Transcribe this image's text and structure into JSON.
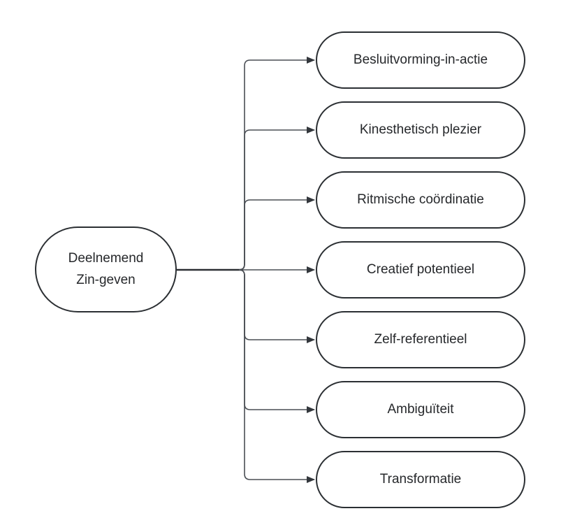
{
  "diagram": {
    "type": "tree-flowchart",
    "direction": "left-to-right",
    "root": {
      "label": "Deelnemend\nZin-geven"
    },
    "children": [
      {
        "label": "Besluitvorming-in-actie"
      },
      {
        "label": "Kinesthetisch plezier"
      },
      {
        "label": "Ritmische coördinatie"
      },
      {
        "label": "Creatief potentieel"
      },
      {
        "label": "Zelf-referentieel"
      },
      {
        "label": "Ambiguïteit"
      },
      {
        "label": "Transformatie"
      }
    ],
    "connector_style": "elbow-arrow",
    "colors": {
      "background": "#ffffff",
      "node_fill": "#ffffff",
      "node_border": "#2b2f33",
      "text": "#26282b",
      "edge": "#4a4e54",
      "arrowhead": "#33373c"
    }
  }
}
